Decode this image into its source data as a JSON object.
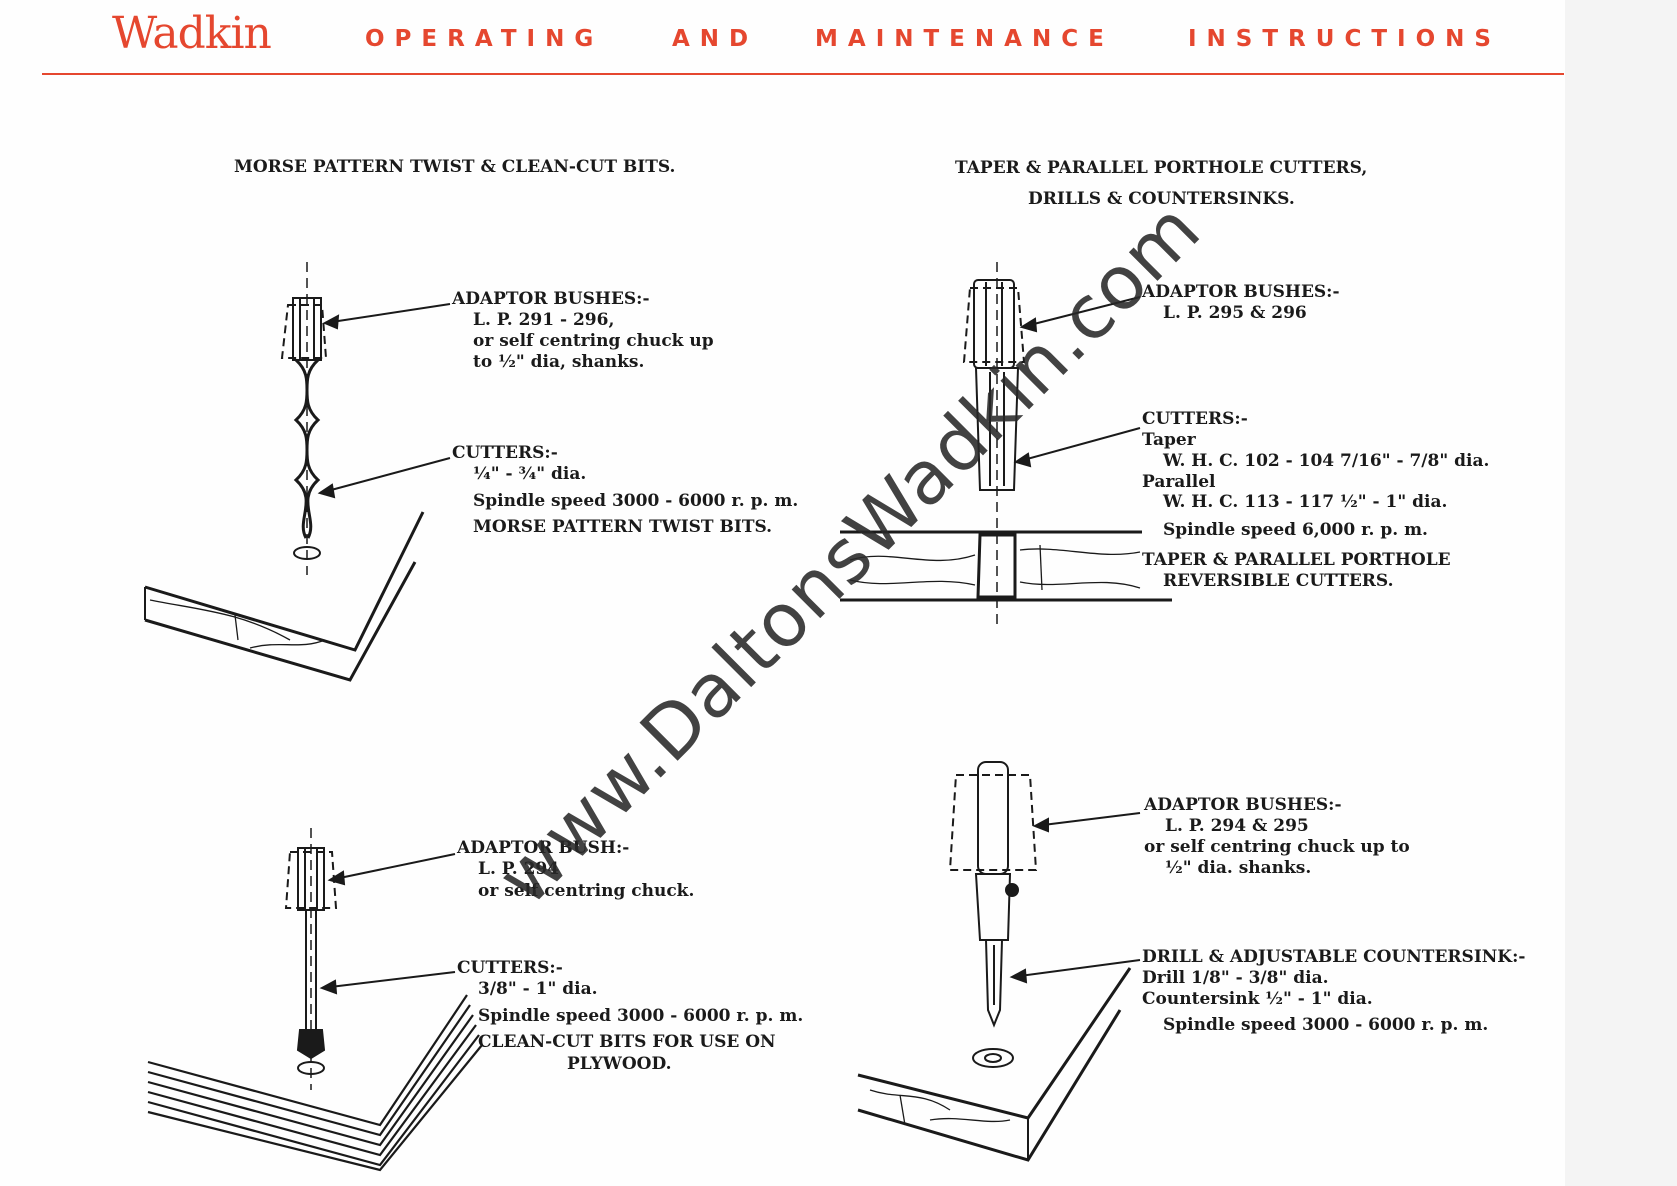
{
  "header": {
    "brand": "Wadkin",
    "words": [
      "OPERATING",
      "AND",
      "MAINTENANCE",
      "INSTRUCTIONS"
    ]
  },
  "sections": {
    "morse": {
      "title": "MORSE PATTERN TWIST & CLEAN-CUT BITS.",
      "adaptor_heading": "ADAPTOR BUSHES:-",
      "adaptor_lines": [
        "L. P. 291 - 296,",
        "or self centring chuck up",
        "to ½\" dia, shanks."
      ],
      "cutters_heading": "CUTTERS:-",
      "cutters_range": "¼\" - ¾\" dia.",
      "spindle": "Spindle speed 3000 - 6000 r. p. m.",
      "caption": "MORSE PATTERN TWIST BITS."
    },
    "porthole": {
      "title_line1": "TAPER & PARALLEL PORTHOLE CUTTERS,",
      "title_line2": "DRILLS & COUNTERSINKS.",
      "adaptor_heading": "ADAPTOR BUSHES:-",
      "adaptor_lines": [
        "L. P. 295 & 296"
      ],
      "cutters_heading": "CUTTERS:-",
      "taper_label": "Taper",
      "taper_spec": "W. H. C. 102 - 104   7/16\" - 7/8\" dia.",
      "parallel_label": "Parallel",
      "parallel_spec": "W. H. C. 113 - 117   ½\" - 1\" dia.",
      "spindle": "Spindle speed 6,000 r. p. m.",
      "caption_line1": "TAPER & PARALLEL PORTHOLE",
      "caption_line2": "REVERSIBLE CUTTERS."
    },
    "cleancut": {
      "adaptor_heading": "ADAPTOR BUSH:-",
      "adaptor_lines": [
        "L. P. 294",
        "or self centring chuck."
      ],
      "cutters_heading": "CUTTERS:-",
      "cutters_range": "3/8\" - 1\" dia.",
      "spindle": "Spindle speed 3000 - 6000 r. p. m.",
      "caption_line1": "CLEAN-CUT BITS FOR USE ON",
      "caption_line2": "PLYWOOD."
    },
    "countersink": {
      "adaptor_heading": "ADAPTOR BUSHES:-",
      "adaptor_lines": [
        "L. P. 294 & 295",
        "or self centring chuck up to",
        "½\" dia. shanks."
      ],
      "drill_heading": "DRILL & ADJUSTABLE COUNTERSINK:-",
      "drill_spec": "Drill  1/8\" - 3/8\" dia.",
      "countersink_spec": "Countersink  ½\" - 1\" dia.",
      "spindle": "Spindle speed 3000 - 6000 r. p. m."
    }
  },
  "watermark": "www.DaltonsWadkin.com",
  "colors": {
    "accent": "#e5472f",
    "ink": "#1a1a1a"
  }
}
